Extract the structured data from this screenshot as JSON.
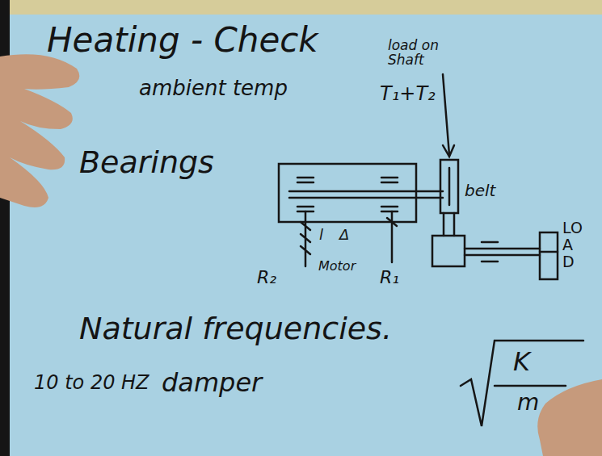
{
  "diagram": {
    "labels": [
      "Heating - Check",
      "ambient temp",
      "Bearings",
      "load on Shaft",
      "T₁+T₂",
      "belt",
      "LOAD",
      "l",
      "Δ",
      "R₂",
      "Motor",
      "R₁",
      "Natural frequencies.",
      "10 to 20 HZ",
      "damper",
      "K",
      "m"
    ]
  }
}
